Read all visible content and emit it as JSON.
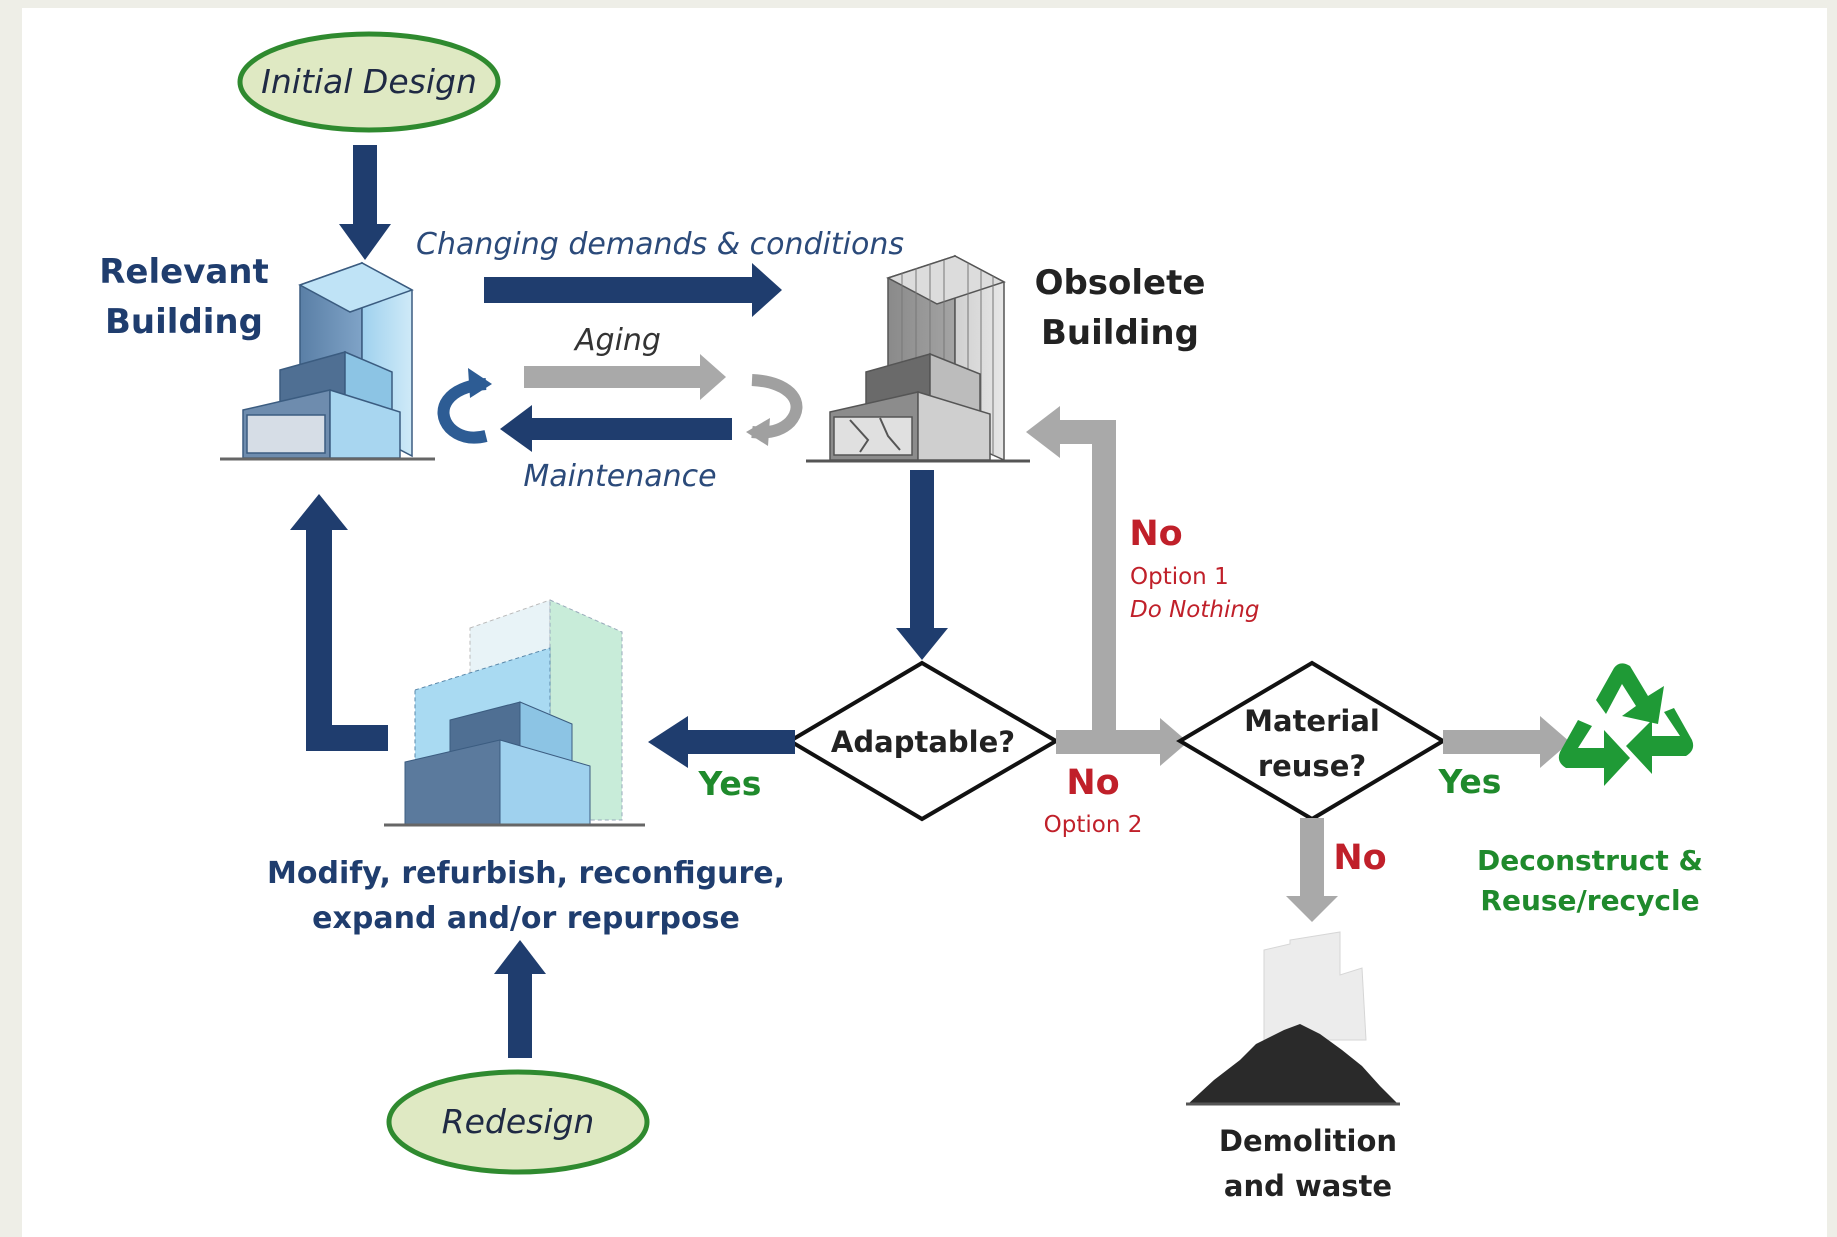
{
  "nodes": {
    "initial_design": "Initial Design",
    "redesign": "Redesign",
    "relevant_building": [
      "Relevant",
      "Building"
    ],
    "obsolete_building": [
      "Obsolete",
      "Building"
    ],
    "adaptable": "Adaptable?",
    "material_reuse": [
      "Material",
      "reuse?"
    ],
    "modify": [
      "Modify, refurbish, reconfigure,",
      "expand and/or repurpose"
    ],
    "deconstruct": [
      "Deconstruct &",
      "Reuse/recycle"
    ],
    "demolition": [
      "Demolition",
      "and waste"
    ]
  },
  "edges": {
    "changing": "Changing demands & conditions",
    "aging": "Aging",
    "maintenance": "Maintenance",
    "yes_adapt": "Yes",
    "no_option1": "No",
    "option1": "Option 1",
    "do_nothing": "Do Nothing",
    "no_option2": "No",
    "option2": "Option 2",
    "yes_material": "Yes",
    "no_material": "No"
  },
  "colors": {
    "navy": "#1f3d6e",
    "gray_arrow": "#a9a9a9",
    "red": "#c0202a",
    "green": "#1f8a2c",
    "ellipse_fill": "#dfe9c3",
    "ellipse_stroke": "#2f8a2f"
  },
  "icons": [
    "building-icon",
    "recycle-icon",
    "rubble-icon",
    "curved-arrow-icon"
  ]
}
